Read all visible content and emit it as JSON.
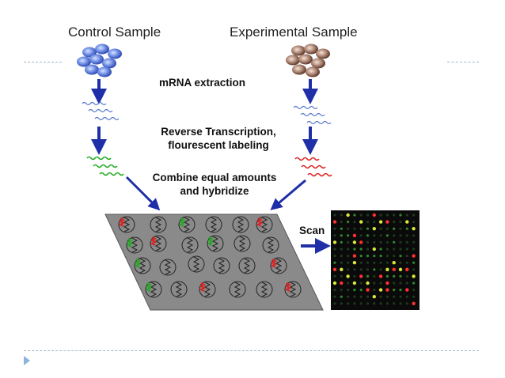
{
  "labels": {
    "control_sample": "Control Sample",
    "experimental_sample": "Experimental Sample",
    "mrna_extraction": "mRNA extraction",
    "reverse_transcription_line1": "Reverse Transcription,",
    "reverse_transcription_line2": "flourescent labeling",
    "combine_line1": "Combine equal amounts",
    "combine_line2": "and hybridize",
    "scan": "Scan"
  },
  "colors": {
    "control_cells": "#5b7fd9",
    "experimental_cells": "#a07a68",
    "arrow": "#1f2fa8",
    "mrna_strand": "#5577cc",
    "green_label": "#22aa22",
    "red_label": "#dd2222",
    "slide": "#8a8a8a",
    "divider": "#9fb7c9",
    "bullet": "#8fb4d9"
  },
  "icons": [
    "cell-cluster-icon",
    "mrna-strand-icon",
    "microarray-slide-icon",
    "scan-arrow-icon",
    "bullet-triangle-icon"
  ]
}
